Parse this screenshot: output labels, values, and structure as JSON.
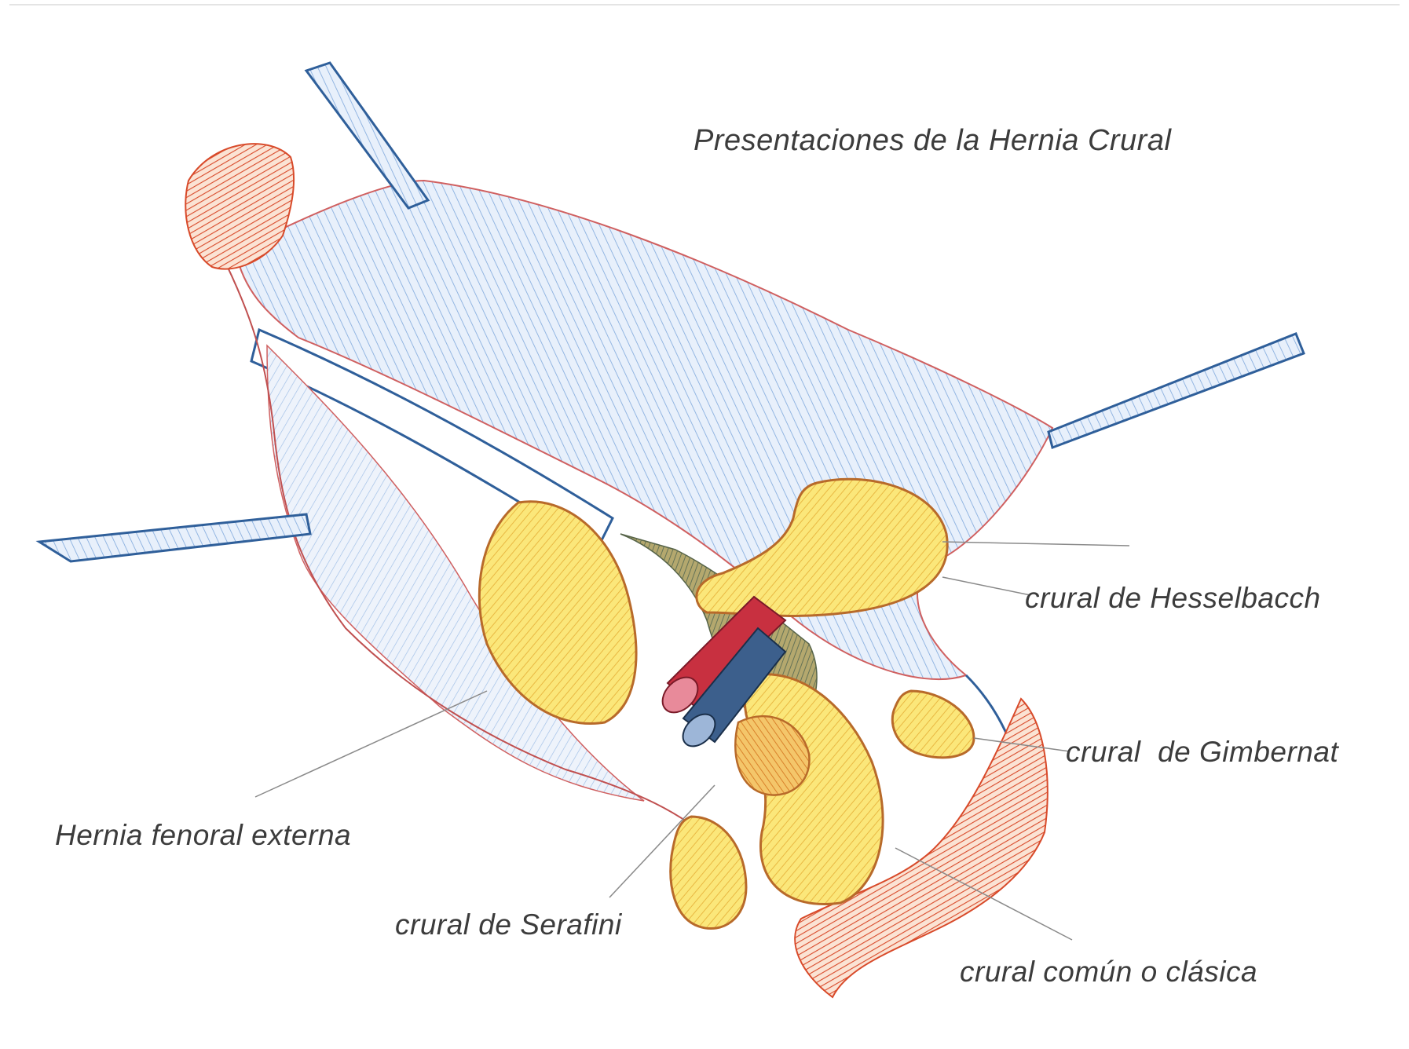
{
  "title": "Presentaciones de la Hernia Crural",
  "labels": {
    "hesselbach": "crural de Hesselbacch",
    "gimbernat": "crural  de Gimbernat",
    "externa": "Hernia fenoral externa",
    "serafini": "crural de Serafini",
    "comun": "crural común o clásica"
  },
  "colors": {
    "fascia_blue": "#6f9fd8",
    "fascia_dark_blue": "#2f5f9a",
    "hernia_yellow": "#f7dc4a",
    "hernia_orange": "#d9822b",
    "muscle_red": "#d84a2a",
    "artery_red": "#c83040",
    "vein_blue": "#3c5f8c",
    "leader_gray": "#8a8a8a",
    "text": "#3c3c3c"
  }
}
